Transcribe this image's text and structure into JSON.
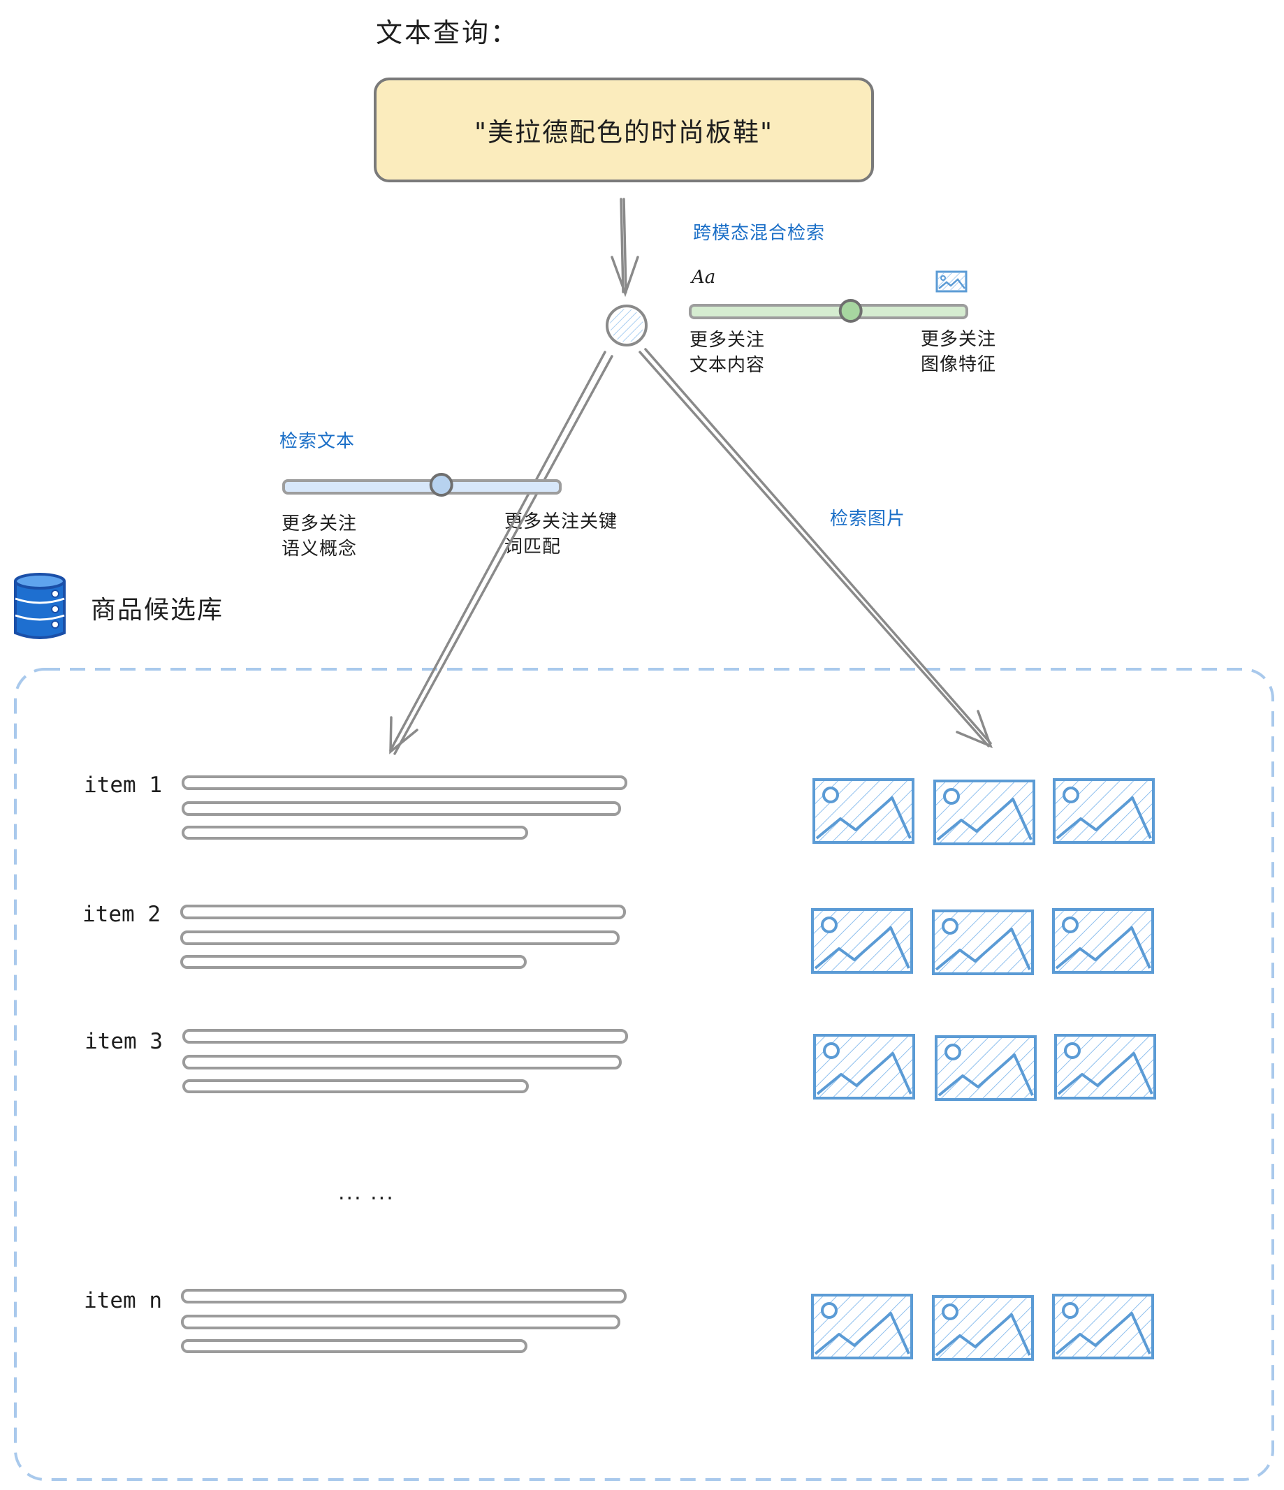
{
  "header": {
    "title": "文本查询："
  },
  "query": {
    "text": "\"美拉德配色的时尚板鞋\""
  },
  "hybrid": {
    "label": "跨模态混合检索",
    "icon_text": "Aa",
    "image_icon": "image-icon",
    "left_note": [
      "更多关注",
      "文本内容"
    ],
    "right_note": [
      "更多关注",
      "图像特征"
    ],
    "slider_value": 0.58
  },
  "text_search": {
    "label": "检索文本",
    "left_note": [
      "更多关注",
      "语义概念"
    ],
    "right_note": [
      "更多关注关键",
      "词匹配"
    ],
    "slider_value": 0.57
  },
  "image_search": {
    "label": "检索图片"
  },
  "database": {
    "label": "商品候选库",
    "icon": "database-icon"
  },
  "items": [
    {
      "label": "item 1"
    },
    {
      "label": "item 2"
    },
    {
      "label": "item 3"
    },
    {
      "label": "item n"
    }
  ],
  "ellipsis": "... ...",
  "colors": {
    "query_fill": "#fbecbd",
    "accent_blue": "#1b6fc7",
    "image_blue": "#5b9bd5",
    "slider_green": "#d5ecd0",
    "slider_blue": "#d7e7fa",
    "dashed_border": "#a9c9ec",
    "line_gray": "#8a8a8a"
  }
}
